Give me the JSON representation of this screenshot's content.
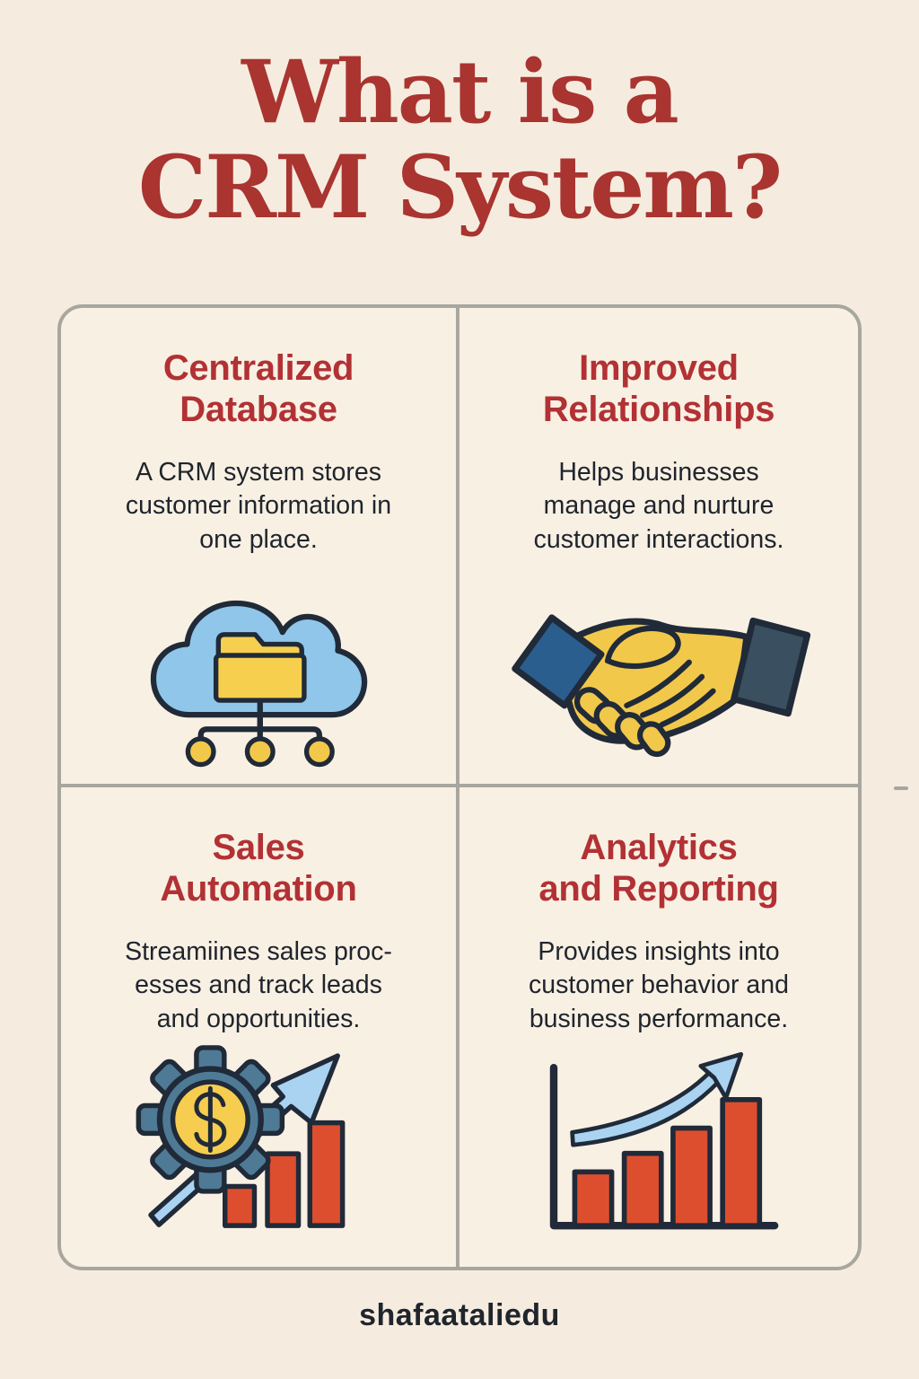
{
  "title": "What is a\nCRM System?",
  "cards": [
    {
      "id": "centralized-database",
      "heading": "Centralized\nDatabase",
      "body": "A CRM system stores\ncustomer information in\none place.",
      "icon": "cloud-folder-network-icon"
    },
    {
      "id": "improved-relationships",
      "heading": "Improved\nRelationships",
      "body": "Helps businesses\nmanage and nurture\ncustomer interactions.",
      "icon": "handshake-icon"
    },
    {
      "id": "sales-automation",
      "heading": "Sales\nAutomation",
      "body": "Streamiines sales proc-\nesses and track leads\nand opportunities.",
      "icon": "gear-dollar-growth-icon"
    },
    {
      "id": "analytics-reporting",
      "heading": "Analytics\nand Reporting",
      "body": "Provides insights into\ncustomer behavior and\nbusiness performance.",
      "icon": "bar-chart-growth-icon"
    }
  ],
  "footer": {
    "brand": "shafaataliedu"
  },
  "colors": {
    "background": "#f5ecdf",
    "card_background": "#f8f0e3",
    "grid_border": "#a7a79f",
    "title_red": "#a93430",
    "heading_red": "#b23134",
    "body_text": "#20252d",
    "icon_outline": "#202a38",
    "icon_yellow": "#f2c84b",
    "cloud_blue": "#8fc6e9",
    "arrow_blue": "#a9d3f1",
    "sleeve_blue": "#2a5e8e",
    "sleeve_slate": "#3a4f5f",
    "gear_slate": "#4e7a96",
    "bar_red": "#dd4e2e"
  }
}
